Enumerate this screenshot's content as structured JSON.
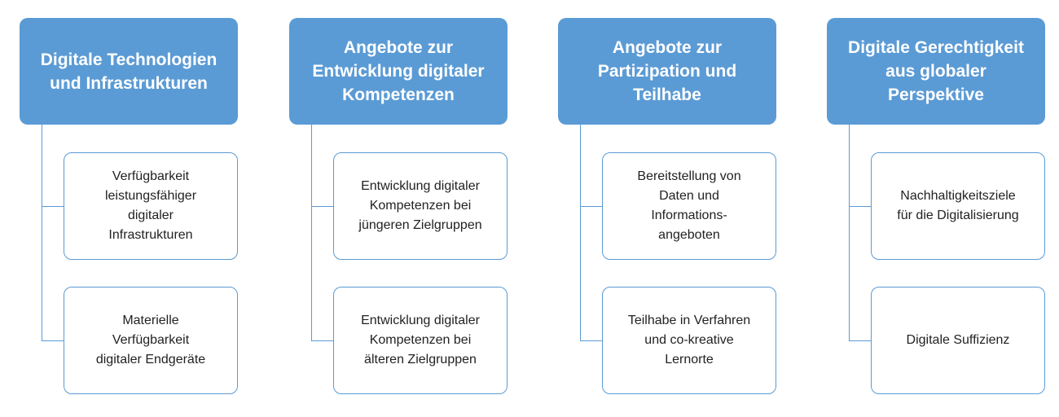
{
  "colors": {
    "accent": "#5b9bd5",
    "header_text": "#ffffff",
    "child_text": "#222222",
    "background": "#ffffff"
  },
  "columns": [
    {
      "title": "Digitale Technologien\nund Infrastrukturen",
      "items": [
        "Verfügbarkeit\nleistungsfähiger\ndigitaler\nInfrastrukturen",
        "Materielle\nVerfügbarkeit\ndigitaler Endgeräte"
      ]
    },
    {
      "title": "Angebote zur\nEntwicklung digitaler\nKompetenzen",
      "items": [
        "Entwicklung digitaler\nKompetenzen bei\njüngeren Zielgruppen",
        "Entwicklung digitaler\nKompetenzen bei\nälteren Zielgruppen"
      ]
    },
    {
      "title": "Angebote zur\nPartizipation und\nTeilhabe",
      "items": [
        "Bereitstellung von\nDaten und\nInformations-\nangeboten",
        "Teilhabe in Verfahren\nund co-kreative\nLernorte"
      ]
    },
    {
      "title": "Digitale Gerechtigkeit\naus globaler\nPerspektive",
      "items": [
        "Nachhaltigkeitsziele\nfür die Digitalisierung",
        "Digitale Suffizienz"
      ]
    }
  ]
}
